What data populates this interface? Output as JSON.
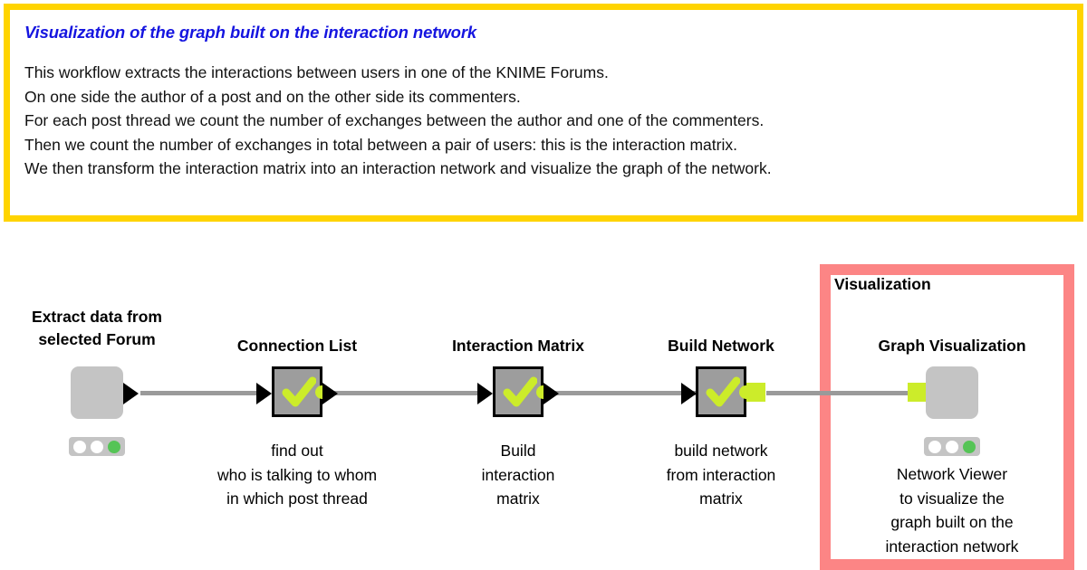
{
  "description": {
    "title": "Visualization of the graph built on the interaction network",
    "lines": [
      "This workflow extracts the interactions between users in one of the KNIME Forums.",
      "On one side the author of a post and on the other side its commenters.",
      "For each post thread we count the number of exchanges between the author and one of the commenters.",
      "Then we count the number of exchanges in total between a pair of users: this is the interaction matrix.",
      "We then transform the interaction matrix into an interaction network and visualize the graph of the network."
    ],
    "border_color": "#ffd400",
    "title_color": "#1515e0"
  },
  "groups": [
    {
      "label": "Visualization",
      "border_color": "#fc8585"
    }
  ],
  "workflow": {
    "nodes": [
      {
        "id": "extract-data",
        "title": "Extract data from\nselected Forum",
        "kind": "metanode",
        "annotation": "",
        "status": [
          "idle",
          "idle",
          "executed"
        ]
      },
      {
        "id": "connection-list",
        "title": "Connection List",
        "kind": "node",
        "annotation": "find out\nwho is talking to whom\nin which post thread",
        "status_icon": "check-icon",
        "output_port": "data-port-circle"
      },
      {
        "id": "interaction-matrix",
        "title": "Interaction Matrix",
        "kind": "node",
        "annotation": "Build\ninteraction\nmatrix",
        "status_icon": "check-icon",
        "output_port": "data-port-circle"
      },
      {
        "id": "build-network",
        "title": "Build Network",
        "kind": "node",
        "annotation": "build network\nfrom interaction\nmatrix",
        "status_icon": "check-icon",
        "output_port": "network-port-square"
      },
      {
        "id": "graph-visualization",
        "title": "Graph Visualization",
        "kind": "metanode",
        "annotation": "Network Viewer\nto visualize the\ngraph built on the\ninteraction network",
        "status": [
          "idle",
          "idle",
          "executed"
        ],
        "input_port": "network-port-square"
      }
    ],
    "colors": {
      "node_body": "#9d9d9d",
      "metanode_body": "#c4c4c4",
      "port_accent": "#ccec2a",
      "wire": "#9a9a9a",
      "status_green": "#55c456"
    }
  }
}
